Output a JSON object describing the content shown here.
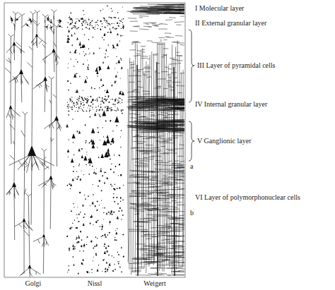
{
  "diagram": {
    "labels": [
      "I Molecular layer",
      "II External granular layer",
      "III Layer of pyramidal cells",
      "IV Internal granular layer",
      "V Ganglionic layer",
      "a",
      "VI Layer of polymorphonuclear cells",
      "b",
      "Golgi",
      "Nissl",
      "Weigert"
    ]
  }
}
